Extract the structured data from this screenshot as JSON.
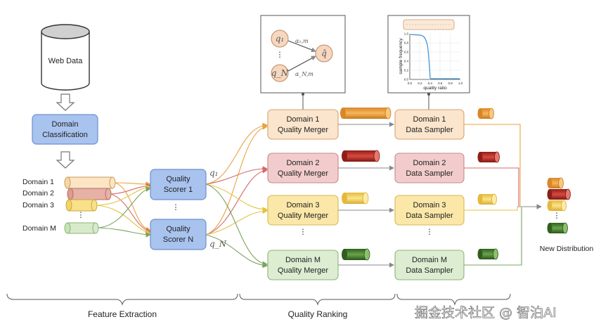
{
  "inputs": {
    "web_data": "Web Data",
    "classifier": [
      "Domain",
      "Classification"
    ]
  },
  "domains": [
    "Domain 1",
    "Domain 2",
    "Domain 3",
    "Domain M"
  ],
  "ellipsis": "⋮",
  "scorers": [
    [
      "Quality",
      "Scorer 1"
    ],
    [
      "Quality",
      "Scorer N"
    ]
  ],
  "scores": [
    "q₁",
    "q_N"
  ],
  "mergers": [
    [
      "Domain 1",
      "Quality Merger"
    ],
    [
      "Domain 2",
      "Quality Merger"
    ],
    [
      "Domain 3",
      "Quality Merger"
    ],
    [
      "Domain M",
      "Quality Merger"
    ]
  ],
  "samplers": [
    [
      "Domain 1",
      "Data Sampler"
    ],
    [
      "Domain 2",
      "Data Sampler"
    ],
    [
      "Domain 3",
      "Data Sampler"
    ],
    [
      "Domain M",
      "Data Sampler"
    ]
  ],
  "merger_inset": {
    "node_q1": "q₁",
    "node_qN": "q_N",
    "node_out": "q̂",
    "weight_1": "α₁,m",
    "weight_N": "α_N,m"
  },
  "sampler_inset": {
    "xlabel": "quality ratio",
    "ylabel": "sample frequency",
    "x_ticks": [
      "0.0",
      "0.2",
      "0.4",
      "0.6",
      "0.8",
      "1.0"
    ],
    "y_ticks": [
      "0.0",
      "0.2",
      "0.4",
      "0.6",
      "0.8",
      "1.0"
    ]
  },
  "output_label": "New Distribution",
  "sections": [
    "Feature Extraction",
    "Quality Ranking"
  ],
  "watermark": "掘金技术社区 @ 智泊AI",
  "colors": {
    "domain1": "#f0a03a",
    "domain2": "#c0302a",
    "domain3": "#f3d060",
    "domainM": "#4e8a32",
    "scorer_fill": "#a9c3ef",
    "scorer_stroke": "#6d8fcf"
  }
}
